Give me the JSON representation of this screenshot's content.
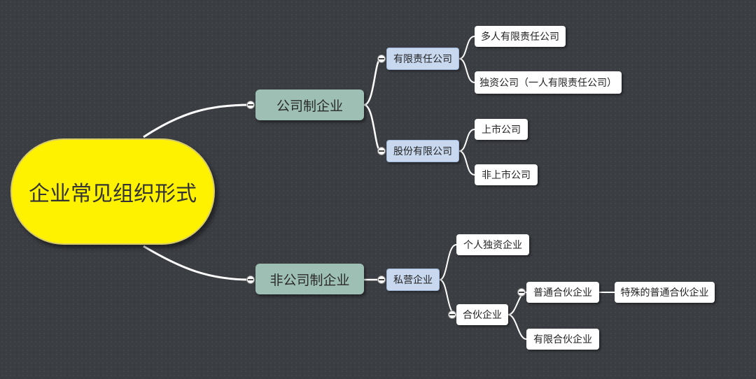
{
  "mindmap": {
    "root": "企业常见组织形式",
    "branches": [
      {
        "label": "公司制企业",
        "children": [
          {
            "label": "有限责任公司",
            "children": [
              "多人有限责任公司",
              "独资公司（一人有限责任公司）"
            ]
          },
          {
            "label": "股份有限公司",
            "children": [
              "上市公司",
              "非上市公司"
            ]
          }
        ]
      },
      {
        "label": "非公司制企业",
        "children": [
          {
            "label": "私营企业",
            "children": [
              {
                "label": "个人独资企业"
              },
              {
                "label": "合伙企业",
                "children": [
                  {
                    "label": "普通合伙企业",
                    "children": [
                      "特殊的普通合伙企业"
                    ]
                  },
                  {
                    "label": "有限合伙企业"
                  }
                ]
              }
            ]
          }
        ]
      }
    ]
  },
  "colors": {
    "background": "#3a3d42",
    "root_fill": "#fff200",
    "main_fill": "#9ebfb4",
    "sub_fill": "#c8d8ef",
    "leaf_fill": "#ffffff",
    "connector": "#ffffff"
  }
}
